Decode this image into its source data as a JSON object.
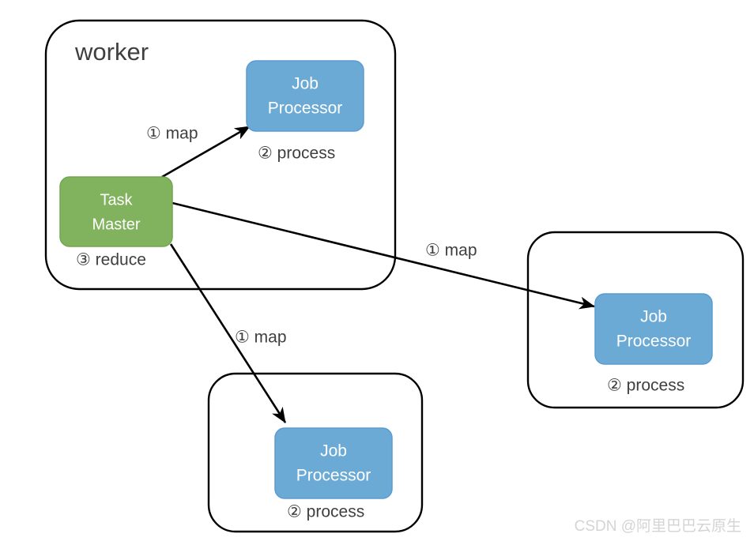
{
  "diagram": {
    "title": "worker",
    "groups": [
      {
        "id": "worker-group",
        "label": "worker",
        "has_title": true
      },
      {
        "id": "right-group",
        "label": "",
        "has_title": false
      },
      {
        "id": "bottom-group",
        "label": "",
        "has_title": false
      }
    ],
    "nodes": {
      "task_master": {
        "line1": "Task",
        "line2": "Master",
        "color": "#81B25D"
      },
      "job_processor_top": {
        "line1": "Job",
        "line2": "Processor",
        "color": "#6CAAD6"
      },
      "job_processor_right": {
        "line1": "Job",
        "line2": "Processor",
        "color": "#6CAAD6"
      },
      "job_processor_bottom": {
        "line1": "Job",
        "line2": "Processor",
        "color": "#6CAAD6"
      }
    },
    "edge_labels": {
      "map_top": "① map",
      "map_right": "① map",
      "map_bottom": "① map"
    },
    "step_labels": {
      "process_top": "② process",
      "process_right": "② process",
      "process_bottom": "② process",
      "reduce": "③ reduce"
    },
    "watermark": "CSDN @阿里巴巴云原生"
  }
}
